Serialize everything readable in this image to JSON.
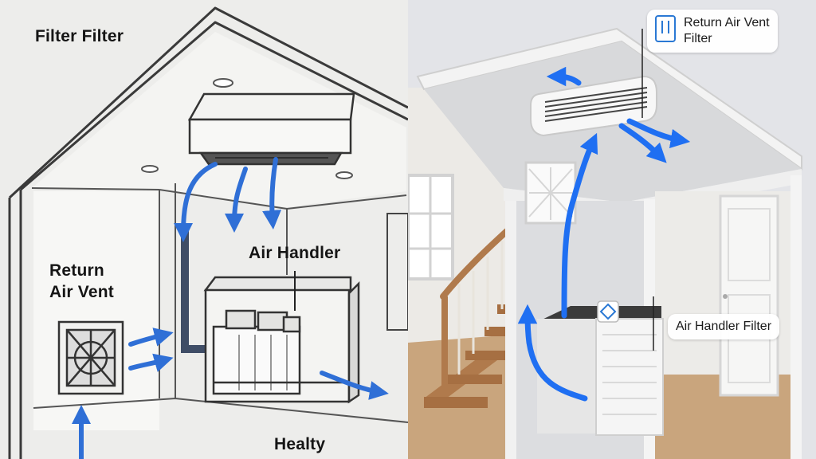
{
  "left": {
    "title": "Filter Filter",
    "labels": {
      "return_air_vent": "Return\nAir Vent",
      "air_handler": "Air Handler",
      "healthy": "Healty"
    }
  },
  "right": {
    "labels": {
      "return_air_vent_filter": "Return Air Vent\nFilter",
      "air_handler_filter": "Air Handler Filter"
    }
  },
  "colors": {
    "airflow_left": "#2f6fd6",
    "airflow_right": "#1f6ff2",
    "sketch_line": "#3a3a3a"
  },
  "icons": [
    "filter-icon",
    "filter-icon"
  ]
}
